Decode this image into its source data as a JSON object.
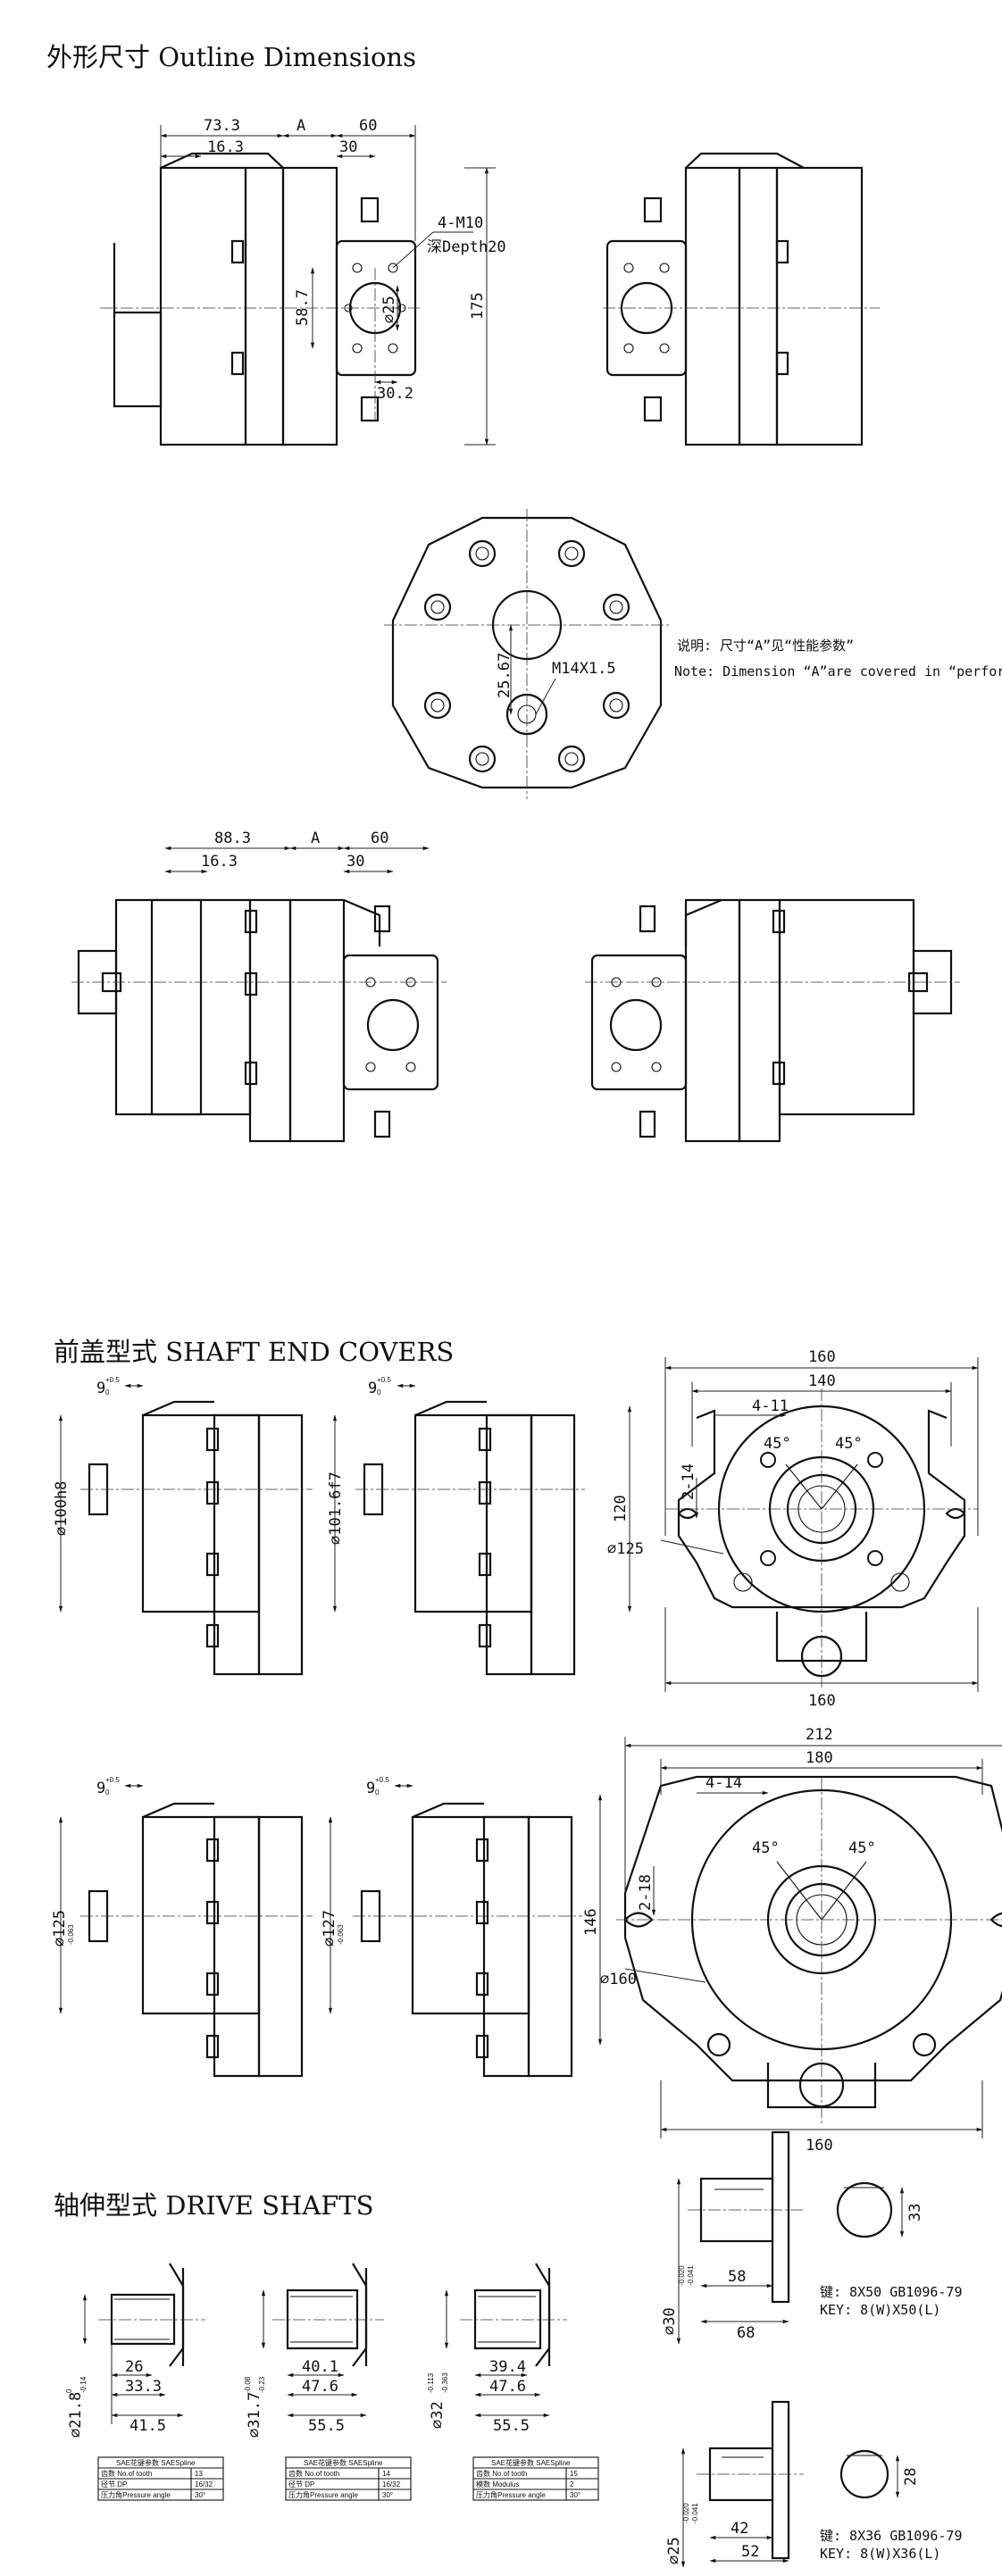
{
  "sections": {
    "outline": {
      "title": "外形尺寸 Outline Dimensions"
    },
    "covers": {
      "title": "前盖型式 SHAFT END COVERS"
    },
    "shafts": {
      "title": "轴伸型式 DRIVE SHAFTS"
    }
  },
  "view1": {
    "d_733": "73.3",
    "d_163": "16.3",
    "d_A": "A",
    "d_60": "60",
    "d_30": "30",
    "thread": "4-M10",
    "depth": "深Depth20",
    "d_587": "58.7",
    "d_25": "⌀25",
    "d_175": "175",
    "d_302": "30.2"
  },
  "rear_view": {
    "d_2567": "25.67",
    "port": "M14X1.5"
  },
  "note": {
    "cn": "说明: 尺寸“A”见“性能参数”",
    "en": "Note: Dimension “A”are covered in “performance”"
  },
  "view2": {
    "d_883": "88.3",
    "d_A": "A",
    "d_60": "60",
    "d_163": "16.3",
    "d_30": "30"
  },
  "covers": {
    "c1": {
      "tol": "9",
      "sup": "+0.5",
      "sub": "0",
      "dia": "⌀100h8"
    },
    "c2": {
      "tol": "9",
      "sup": "+0.5",
      "sub": "0",
      "dia": "⌀101.6f7"
    },
    "c3": {
      "tol": "9",
      "sup": "+0.5",
      "sub": "0",
      "dia": "⌀125",
      "sdia": "-0.063"
    },
    "c4": {
      "tol": "9",
      "sup": "+0.5",
      "sub": "0",
      "dia": "⌀127",
      "sdia": "-0.063"
    },
    "f1": {
      "d160a": "160",
      "d140": "140",
      "holes": "4-11",
      "a1": "45°",
      "a2": "45°",
      "d120": "120",
      "d214": "2-14",
      "d125": "⌀125",
      "d160b": "160"
    },
    "f2": {
      "d212": "212",
      "d180": "180",
      "holes": "4-14",
      "a1": "45°",
      "a2": "45°",
      "d146": "146",
      "d218": "2-18",
      "d160c": "⌀160",
      "d160b": "160"
    }
  },
  "shafts": {
    "s1": {
      "dia": "⌀21.8",
      "tol": "0",
      "tol2": "-0.14",
      "d26": "26",
      "d333": "33.3",
      "d415": "41.5"
    },
    "s2": {
      "dia": "⌀31.7",
      "tol": "-0.08",
      "tol2": "-0.23",
      "d401": "40.1",
      "d476": "47.6",
      "d555": "55.5"
    },
    "s3": {
      "dia": "⌀32",
      "tol": "-0.113",
      "tol2": "-0.363",
      "d394": "39.4",
      "d476": "47.6",
      "d555": "55.5"
    },
    "k1": {
      "dia": "⌀30",
      "tol": "-0.020",
      "tol2": "-0.041",
      "d58": "58",
      "d68": "68",
      "d33": "33",
      "key_cn": "键: 8X50 GB1096-79",
      "key_en": "KEY: 8(W)X50(L)"
    },
    "k2": {
      "dia": "⌀25",
      "tol": "-0.020",
      "tol2": "-0.041",
      "d42": "42",
      "d52": "52",
      "d28": "28",
      "key_cn": "键: 8X36 GB1096-79",
      "key_en": "KEY: 8(W)X36(L)"
    }
  },
  "spline_tables": [
    {
      "header": "SAE花键参数 SAESpline",
      "rows": [
        [
          "齿数 No.of tooth",
          "13"
        ],
        [
          "径节 DP",
          "16/32"
        ],
        [
          "压力角Pressure angle",
          "30°"
        ]
      ]
    },
    {
      "header": "SAE花键参数 SAESpline",
      "rows": [
        [
          "齿数 No.of tooth",
          "14"
        ],
        [
          "径节 DP",
          "16/32"
        ],
        [
          "压力角Pressure angle",
          "30°"
        ]
      ]
    },
    {
      "header": "SAE花键参数 SAESpline",
      "rows": [
        [
          "齿数 No.of tooth",
          "15"
        ],
        [
          "模数 Modulus",
          "2"
        ],
        [
          "压力角Pressure angle",
          "30°"
        ]
      ]
    }
  ]
}
